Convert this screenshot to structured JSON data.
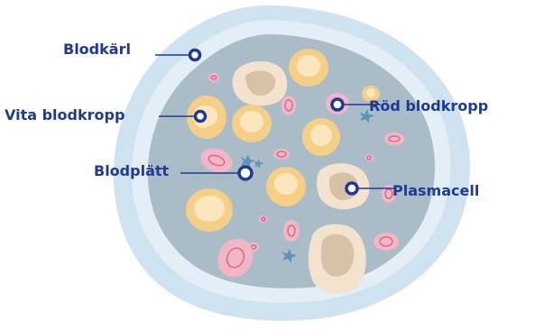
{
  "labels": {
    "blood_vessel": "Blodkärl",
    "white_blood_cell": "Vita blodkropp",
    "platelet": "Blodplätt",
    "red_blood_cell": "Röd blodkropp",
    "plasma_cell": "Plasmacell"
  },
  "colors": {
    "label_text": "#1f3a93",
    "marker_ring": "#1f3a93",
    "outer_vessel": "#cfe2ef",
    "inner_vessel": "#e3eef6",
    "marrow_background": "#a9bcc7",
    "white_cell_outer": "#f6cf86",
    "white_cell_inner": "#fbe6bd",
    "red_cell_outer": "#f2b7c6",
    "red_cell_inner": "#d56b89",
    "plasma_cell_outer": "#f3e2cd",
    "plasma_cell_inner": "#d7c2a8",
    "platelet": "#5c95b9"
  },
  "icons": {
    "marker": "circle-marker-icon",
    "platelet": "star-platelet-icon"
  }
}
